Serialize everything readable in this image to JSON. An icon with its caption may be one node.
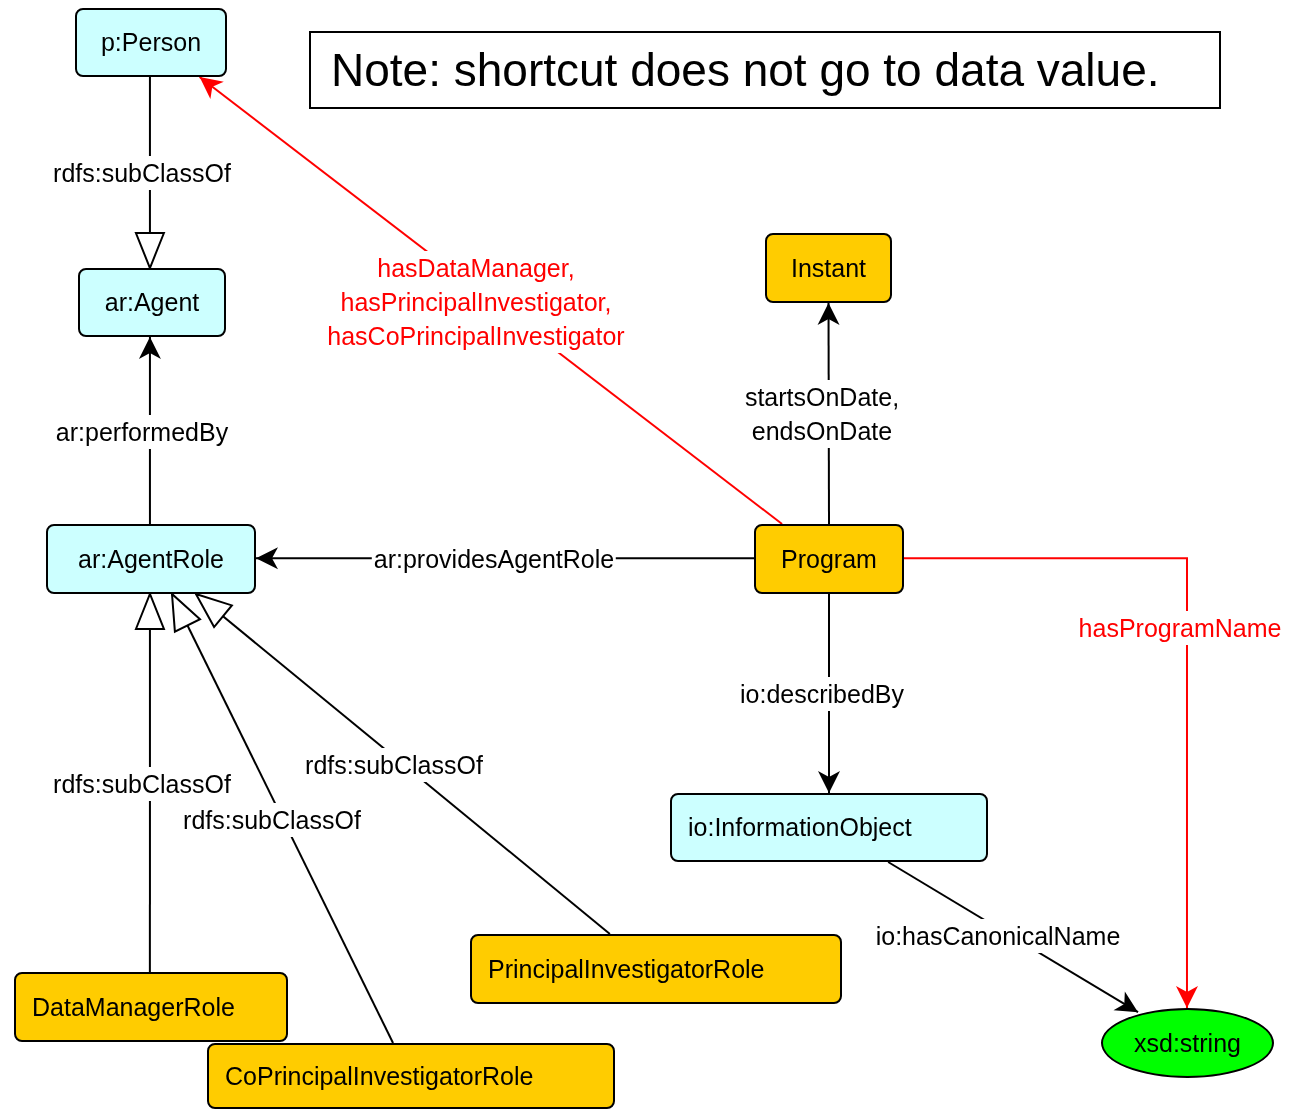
{
  "diagram": {
    "nodes": [
      {
        "text": [
          "p:Person"
        ]
      },
      {
        "text": [
          "Note: shortcut does not go to data value."
        ]
      },
      {
        "text": [
          "ar:Agent"
        ]
      },
      {
        "text": [
          "Instant"
        ]
      },
      {
        "text": [
          "ar:AgentRole"
        ]
      },
      {
        "text": [
          "Program"
        ]
      },
      {
        "text": [
          "io:InformationObject"
        ]
      },
      {
        "text": [
          "PrincipalInvestigatorRole"
        ]
      },
      {
        "text": [
          "DataManagerRole"
        ]
      },
      {
        "text": [
          "xsd:string"
        ]
      },
      {
        "text": [
          "CoPrincipalInvestigatorRole"
        ]
      }
    ],
    "edges": [
      {
        "from": 0,
        "to": 2,
        "arrow": "to",
        "label": "rdfs:subClassOf"
      },
      {
        "from": 4,
        "to": 2,
        "arrow": "to",
        "label": "ar:performedBy"
      },
      {
        "from": 5,
        "to": 0,
        "arrow": "to",
        "label": "hasDataManager, hasPrincipalInvestigator, hasCoPrincipalInvestigator",
        "color": "#ff0000"
      },
      {
        "from": 5,
        "to": 3,
        "arrow": "to",
        "label": "startsOnDate, endsOnDate"
      },
      {
        "from": 5,
        "to": 4,
        "arrow": "to",
        "label": "ar:providesAgentRole"
      },
      {
        "from": 5,
        "to": 6,
        "arrow": "to",
        "label": "io:describedBy"
      },
      {
        "from": 5,
        "to": 9,
        "arrow": "to",
        "label": "hasProgramName",
        "color": "#ff0000"
      },
      {
        "from": 6,
        "to": 9,
        "arrow": "to",
        "label": "io:hasCanonicalName"
      },
      {
        "from": 8,
        "to": 4,
        "arrow": "to",
        "label": "rdfs:subClassOf"
      },
      {
        "from": 10,
        "to": 4,
        "arrow": "to",
        "label": "rdfs:subClassOf"
      },
      {
        "from": 7,
        "to": 4,
        "arrow": "to",
        "label": "rdfs:subClassOf"
      }
    ]
  }
}
